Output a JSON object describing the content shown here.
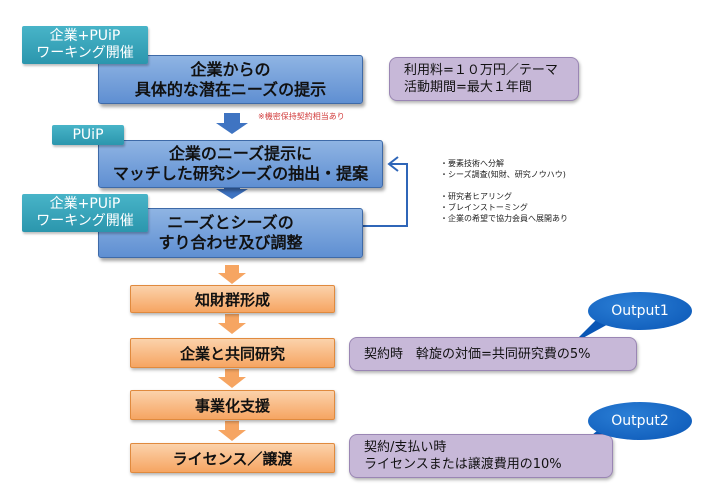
{
  "tags": {
    "tag1_line1": "企業+PUiP",
    "tag1_line2": "ワーキング開催",
    "tag2": "PUiP",
    "tag3_line1": "企業+PUiP",
    "tag3_line2": "ワーキング開催"
  },
  "steps": {
    "step1_line1": "企業からの",
    "step1_line2": "具体的な潜在ニーズの提示",
    "step2_line1": "企業のニーズ提示に",
    "step2_line2": "マッチした研究シーズの抽出・提案",
    "step3_line1": "ニーズとシーズの",
    "step3_line2": "すり合わせ及び調整",
    "step4": "知財群形成",
    "step5": "企業と共同研究",
    "step6": "事業化支援",
    "step7": "ライセンス／譲渡"
  },
  "notes": {
    "fee_line1": "利用料=１０万円／テーマ",
    "fee_line2": "活動期間=最大１年間",
    "contract": "契約時　斡旋の対価=共同研究費の5%",
    "payment_line1": "契約/支払い時",
    "payment_line2": "ライセンスまたは譲渡費用の10%"
  },
  "confidential_note": "※機密保持契約相当あり",
  "side_notes": {
    "line1": "・要素技術へ分解",
    "line2": "・シーズ調査(知財、研究ノウハウ)",
    "line3": "・研究者ヒアリング",
    "line4": "・ブレインストーミング",
    "line5": "・企業の希望で協力会員へ展開あり"
  },
  "outputs": {
    "output1": "Output1",
    "output2": "Output2"
  },
  "colors": {
    "blue_box": "#6b9ad8",
    "teal_tag": "#3aa6bc",
    "orange_box": "#f8b67a",
    "purple_note": "#c7b8d8",
    "output_bubble": "#1468c8",
    "arrow_blue": "#3f74c2",
    "arrow_orange": "#f6a562",
    "loop_line": "#2f66b8"
  }
}
